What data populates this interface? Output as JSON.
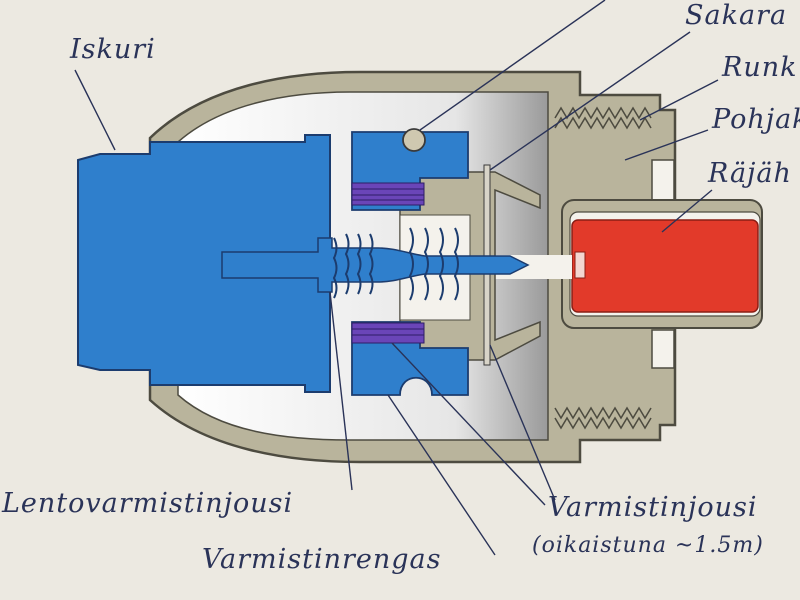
{
  "labels": {
    "iskuri": "Iskuri",
    "sakara": "Sakara",
    "runko": "Runk",
    "pohja": "Pohjak",
    "rajahde": "Räjäh",
    "lentovarmistinjousi": "Lentovarmistinjousi",
    "varmistinrengas": "Varmistinrengas",
    "varmistinjousi": "Varmistinjousi",
    "varmistinjousi_note": "(oikaistuna ~1.5m)"
  },
  "colors": {
    "paper": "#ece9e1",
    "body_khaki": "#b9b49c",
    "striker_blue": "#2f7fcc",
    "detonator_red": "#e23a2a",
    "spring_purple": "#6a45b8",
    "ink": "#2a3358"
  }
}
